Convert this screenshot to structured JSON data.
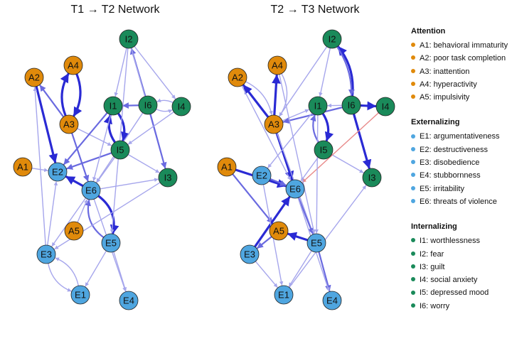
{
  "colors": {
    "attention": "#E08A0B",
    "externalizing": "#4FA6E0",
    "internalizing": "#1A8A5A",
    "edge_strong": "#2A2AD4",
    "edge_mid": "#6A6AE0",
    "edge_light": "#A6A6EC",
    "edge_negative": "#E88A8A"
  },
  "panels": [
    {
      "title": "T1 → T2 Network",
      "nodes": [
        {
          "id": "A1",
          "label": "A1",
          "group": "attention"
        },
        {
          "id": "A2",
          "label": "A2",
          "group": "attention"
        },
        {
          "id": "A3",
          "label": "A3",
          "group": "attention"
        },
        {
          "id": "A4",
          "label": "A4",
          "group": "attention"
        },
        {
          "id": "A5",
          "label": "A5",
          "group": "attention"
        },
        {
          "id": "E1",
          "label": "E1",
          "group": "externalizing"
        },
        {
          "id": "E2",
          "label": "E2",
          "group": "externalizing"
        },
        {
          "id": "E3",
          "label": "E3",
          "group": "externalizing"
        },
        {
          "id": "E4",
          "label": "E4",
          "group": "externalizing"
        },
        {
          "id": "E5",
          "label": "E5",
          "group": "externalizing"
        },
        {
          "id": "E6",
          "label": "E6",
          "group": "externalizing"
        },
        {
          "id": "I1",
          "label": "I1",
          "group": "internalizing"
        },
        {
          "id": "I2",
          "label": "I2",
          "group": "internalizing"
        },
        {
          "id": "I3",
          "label": "I3",
          "group": "internalizing"
        },
        {
          "id": "I4",
          "label": "I4",
          "group": "internalizing"
        },
        {
          "id": "I5",
          "label": "I5",
          "group": "internalizing"
        },
        {
          "id": "I6",
          "label": "I6",
          "group": "internalizing"
        }
      ],
      "edges": [
        {
          "from": "A4",
          "to": "A3",
          "weight": 3,
          "sign": "+",
          "curve": -20
        },
        {
          "from": "A3",
          "to": "A4",
          "weight": 3,
          "sign": "+",
          "curve": -20
        },
        {
          "from": "A2",
          "to": "E2",
          "weight": 3,
          "sign": "+"
        },
        {
          "from": "A3",
          "to": "A2",
          "weight": 2,
          "sign": "+"
        },
        {
          "from": "A3",
          "to": "E6",
          "weight": 2,
          "sign": "+"
        },
        {
          "from": "A1",
          "to": "E2",
          "weight": 1,
          "sign": "+"
        },
        {
          "from": "E3",
          "to": "A2",
          "weight": 1,
          "sign": "+"
        },
        {
          "from": "A3",
          "to": "I5",
          "weight": 1,
          "sign": "+"
        },
        {
          "from": "E6",
          "to": "E5",
          "weight": 3,
          "sign": "+",
          "curve": -25
        },
        {
          "from": "E5",
          "to": "E6",
          "weight": 2,
          "sign": "+",
          "curve": -25
        },
        {
          "from": "E6",
          "to": "E2",
          "weight": 3,
          "sign": "+"
        },
        {
          "from": "E3",
          "to": "E1",
          "weight": 1,
          "sign": "+",
          "curve": 20
        },
        {
          "from": "E1",
          "to": "E3",
          "weight": 1,
          "sign": "+",
          "curve": 20
        },
        {
          "from": "E5",
          "to": "E1",
          "weight": 1,
          "sign": "+"
        },
        {
          "from": "E5",
          "to": "E4",
          "weight": 1,
          "sign": "+"
        },
        {
          "from": "E6",
          "to": "E4",
          "weight": 1,
          "sign": "+"
        },
        {
          "from": "E6",
          "to": "E3",
          "weight": 1,
          "sign": "+"
        },
        {
          "from": "E3",
          "to": "E2",
          "weight": 1,
          "sign": "+"
        },
        {
          "from": "A5",
          "to": "E6",
          "weight": 1,
          "sign": "+"
        },
        {
          "from": "I1",
          "to": "I5",
          "weight": 3,
          "sign": "+",
          "curve": -15
        },
        {
          "from": "I5",
          "to": "I1",
          "weight": 3,
          "sign": "+",
          "curve": -15
        },
        {
          "from": "I6",
          "to": "I2",
          "weight": 2,
          "sign": "+"
        },
        {
          "from": "I2",
          "to": "I1",
          "weight": 1,
          "sign": "+"
        },
        {
          "from": "I6",
          "to": "I1",
          "weight": 2,
          "sign": "+"
        },
        {
          "from": "I4",
          "to": "I6",
          "weight": 1,
          "sign": "+",
          "curve": 10
        },
        {
          "from": "I6",
          "to": "I4",
          "weight": 1,
          "sign": "+",
          "curve": 10
        },
        {
          "from": "I2",
          "to": "I4",
          "weight": 1,
          "sign": "+"
        },
        {
          "from": "I2",
          "to": "I3",
          "weight": 1,
          "sign": "+"
        },
        {
          "from": "I6",
          "to": "I3",
          "weight": 2,
          "sign": "+"
        },
        {
          "from": "I5",
          "to": "I3",
          "weight": 1,
          "sign": "+"
        },
        {
          "from": "I4",
          "to": "I5",
          "weight": 1,
          "sign": "+"
        },
        {
          "from": "I5",
          "to": "E2",
          "weight": 2,
          "sign": "+"
        },
        {
          "from": "I1",
          "to": "E2",
          "weight": 2,
          "sign": "+"
        },
        {
          "from": "I5",
          "to": "E6",
          "weight": 1,
          "sign": "+"
        },
        {
          "from": "I6",
          "to": "E6",
          "weight": 1,
          "sign": "+"
        },
        {
          "from": "I1",
          "to": "E6",
          "weight": 1,
          "sign": "+"
        },
        {
          "from": "E6",
          "to": "I3",
          "weight": 1,
          "sign": "+"
        },
        {
          "from": "I2",
          "to": "E5",
          "weight": 1,
          "sign": "+"
        },
        {
          "from": "I3",
          "to": "E3",
          "weight": 1,
          "sign": "+"
        }
      ]
    },
    {
      "title": "T2 → T3 Network",
      "nodes": [
        {
          "id": "A1",
          "label": "A1",
          "group": "attention"
        },
        {
          "id": "A2",
          "label": "A2",
          "group": "attention"
        },
        {
          "id": "A3",
          "label": "A3",
          "group": "attention"
        },
        {
          "id": "A4",
          "label": "A4",
          "group": "attention"
        },
        {
          "id": "A5",
          "label": "A5",
          "group": "attention"
        },
        {
          "id": "E1",
          "label": "E1",
          "group": "externalizing"
        },
        {
          "id": "E2",
          "label": "E2",
          "group": "externalizing"
        },
        {
          "id": "E3",
          "label": "E3",
          "group": "externalizing"
        },
        {
          "id": "E4",
          "label": "E4",
          "group": "externalizing"
        },
        {
          "id": "E5",
          "label": "E5",
          "group": "externalizing"
        },
        {
          "id": "E6",
          "label": "E6",
          "group": "externalizing"
        },
        {
          "id": "I1",
          "label": "I1",
          "group": "internalizing"
        },
        {
          "id": "I2",
          "label": "I2",
          "group": "internalizing"
        },
        {
          "id": "I3",
          "label": "I3",
          "group": "internalizing"
        },
        {
          "id": "I4",
          "label": "I4",
          "group": "internalizing"
        },
        {
          "id": "I5",
          "label": "I5",
          "group": "internalizing"
        },
        {
          "id": "I6",
          "label": "I6",
          "group": "internalizing"
        }
      ],
      "edges": [
        {
          "from": "A3",
          "to": "A4",
          "weight": 3,
          "sign": "+"
        },
        {
          "from": "A4",
          "to": "A3",
          "weight": 1,
          "sign": "+",
          "curve": -25
        },
        {
          "from": "A3",
          "to": "A2",
          "weight": 3,
          "sign": "+"
        },
        {
          "from": "A2",
          "to": "A3",
          "weight": 1,
          "sign": "+",
          "curve": -20
        },
        {
          "from": "A3",
          "to": "E6",
          "weight": 3,
          "sign": "+"
        },
        {
          "from": "A1",
          "to": "E6",
          "weight": 3,
          "sign": "+"
        },
        {
          "from": "A1",
          "to": "A5",
          "weight": 2,
          "sign": "+"
        },
        {
          "from": "A3",
          "to": "I1",
          "weight": 1,
          "sign": "+"
        },
        {
          "from": "I6",
          "to": "A3",
          "weight": 2,
          "sign": "+"
        },
        {
          "from": "I2",
          "to": "A3",
          "weight": 1,
          "sign": "+"
        },
        {
          "from": "A3",
          "to": "E5",
          "weight": 1,
          "sign": "+"
        },
        {
          "from": "E2",
          "to": "E6",
          "weight": 2,
          "sign": "+"
        },
        {
          "from": "E3",
          "to": "E6",
          "weight": 3,
          "sign": "+"
        },
        {
          "from": "E5",
          "to": "A5",
          "weight": 3,
          "sign": "+"
        },
        {
          "from": "A5",
          "to": "E3",
          "weight": 2,
          "sign": "+"
        },
        {
          "from": "E6",
          "to": "E5",
          "weight": 2,
          "sign": "+"
        },
        {
          "from": "E5",
          "to": "E4",
          "weight": 2,
          "sign": "+"
        },
        {
          "from": "E3",
          "to": "E1",
          "weight": 1,
          "sign": "+"
        },
        {
          "from": "E2",
          "to": "E1",
          "weight": 1,
          "sign": "+"
        },
        {
          "from": "E5",
          "to": "E1",
          "weight": 1,
          "sign": "+"
        },
        {
          "from": "E6",
          "to": "E4",
          "weight": 1,
          "sign": "+"
        },
        {
          "from": "E1",
          "to": "I3",
          "weight": 1,
          "sign": "+"
        },
        {
          "from": "I6",
          "to": "I2",
          "weight": 3,
          "sign": "+",
          "curve": 20
        },
        {
          "from": "I2",
          "to": "I6",
          "weight": 2,
          "sign": "+",
          "curve": -15
        },
        {
          "from": "I6",
          "to": "I4",
          "weight": 3,
          "sign": "+"
        },
        {
          "from": "I6",
          "to": "I3",
          "weight": 3,
          "sign": "+"
        },
        {
          "from": "I1",
          "to": "I5",
          "weight": 3,
          "sign": "+",
          "curve": -15
        },
        {
          "from": "I5",
          "to": "I1",
          "weight": 2,
          "sign": "+",
          "curve": -15
        },
        {
          "from": "I2",
          "to": "I1",
          "weight": 1,
          "sign": "+"
        },
        {
          "from": "I6",
          "to": "I1",
          "weight": 1,
          "sign": "+"
        },
        {
          "from": "I1",
          "to": "E2",
          "weight": 1,
          "sign": "+"
        },
        {
          "from": "I5",
          "to": "E6",
          "weight": 1,
          "sign": "+"
        },
        {
          "from": "I5",
          "to": "I3",
          "weight": 1,
          "sign": "+"
        },
        {
          "from": "I4",
          "to": "E6",
          "weight": 1,
          "sign": "-"
        },
        {
          "from": "I1",
          "to": "E5",
          "weight": 1,
          "sign": "+"
        },
        {
          "from": "A4",
          "to": "E5",
          "weight": 1,
          "sign": "+"
        },
        {
          "from": "A2",
          "to": "E6",
          "weight": 1,
          "sign": "+"
        }
      ]
    }
  ],
  "legend": [
    {
      "title": "Attention",
      "group": "attention",
      "items": [
        "A1: behavioral immaturity",
        "A2: poor task completion",
        "A3: inattention",
        "A4: hyperactivity",
        "A5: impulsivity"
      ]
    },
    {
      "title": "Externalizing",
      "group": "externalizing",
      "items": [
        "E1: argumentativeness",
        "E2: destructiveness",
        "E3: disobedience",
        "E4: stubbornness",
        "E5: irritability",
        "E6: threats of violence"
      ]
    },
    {
      "title": "Internalizing",
      "group": "internalizing",
      "items": [
        "I1: worthlessness",
        "I2: fear",
        "I3: guilt",
        "I4: social anxiety",
        "I5: depressed mood",
        "I6: worry"
      ]
    }
  ]
}
